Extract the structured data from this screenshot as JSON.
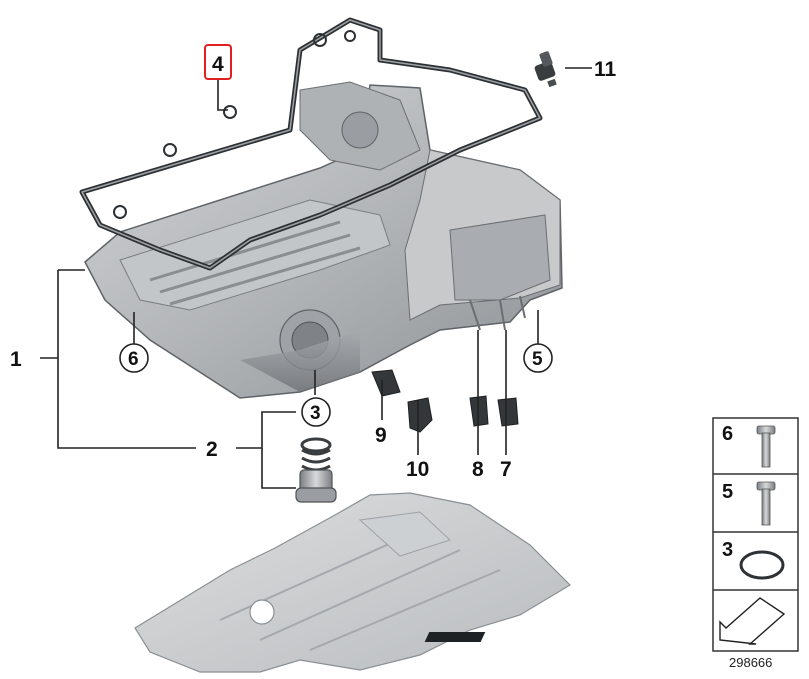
{
  "diagram_id": "298666",
  "callouts": {
    "p1": "1",
    "p2": "2",
    "p3": "3",
    "p4": "4",
    "p5": "5",
    "p6": "6",
    "p7": "7",
    "p8": "8",
    "p9": "9",
    "p10": "10",
    "p11": "11"
  },
  "side_panel": {
    "row6": "6",
    "row5": "5",
    "row3": "3"
  },
  "highlight_color": "#e02020",
  "part_colors": {
    "metal": "#b9bcbf",
    "metal_dark": "#8f9397",
    "gasket": "#3a3d40",
    "sensor": "#2f3235"
  }
}
